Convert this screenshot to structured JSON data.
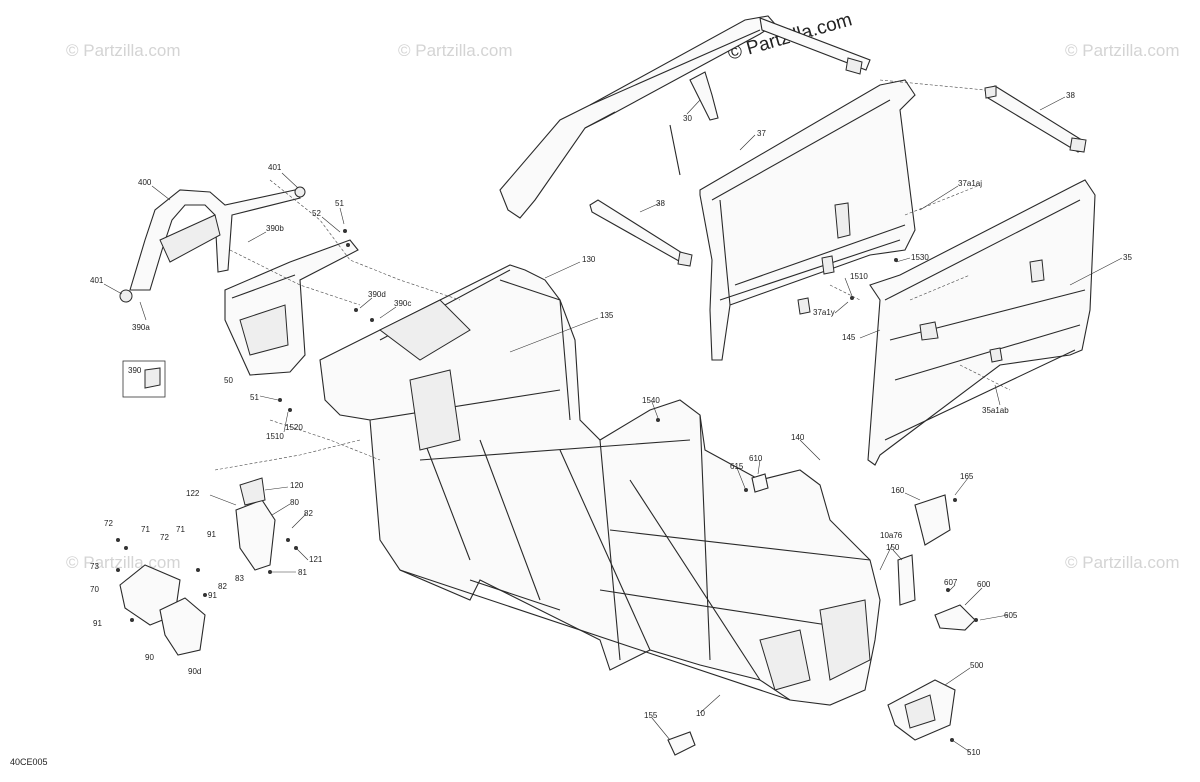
{
  "watermarks": {
    "main": "© Partzilla.com",
    "repeat": "© Partzilla.com"
  },
  "diagram_code": "40CE005",
  "callouts": {
    "c401a": "401",
    "c401b": "401",
    "c400": "400",
    "c390b": "390b",
    "c390a": "390a",
    "c390": "390",
    "c50": "50",
    "c52": "52",
    "c51a": "51",
    "c51b": "51",
    "c390d": "390d",
    "c390c": "390c",
    "c1510a": "1510",
    "c1520": "1520",
    "c130": "130",
    "c135": "135",
    "c30": "30",
    "c37": "37",
    "c38a": "38",
    "c38b": "38",
    "c37a1aj": "37a1aj",
    "c35": "35",
    "c1530": "1530",
    "c1510b": "1510",
    "c37a1y": "37a1y",
    "c145": "145",
    "c35a1ab": "35a1ab",
    "c1540": "1540",
    "c140": "140",
    "c615": "615",
    "c610": "610",
    "c122": "122",
    "c120": "120",
    "c80": "80",
    "c82a": "82",
    "c121": "121",
    "c81": "81",
    "c72a": "72",
    "c71a": "71",
    "c71b": "71",
    "c72b": "72",
    "c91a": "91",
    "c73": "73",
    "c83": "83",
    "c82b": "82",
    "c70": "70",
    "c91b": "91",
    "c91c": "91",
    "c90": "90",
    "c90d": "90d",
    "c165": "165",
    "c160": "160",
    "c10a76": "10a76",
    "c150": "150",
    "c607": "607",
    "c600": "600",
    "c605": "605",
    "c500": "500",
    "c510": "510",
    "c155": "155",
    "c10": "10"
  }
}
